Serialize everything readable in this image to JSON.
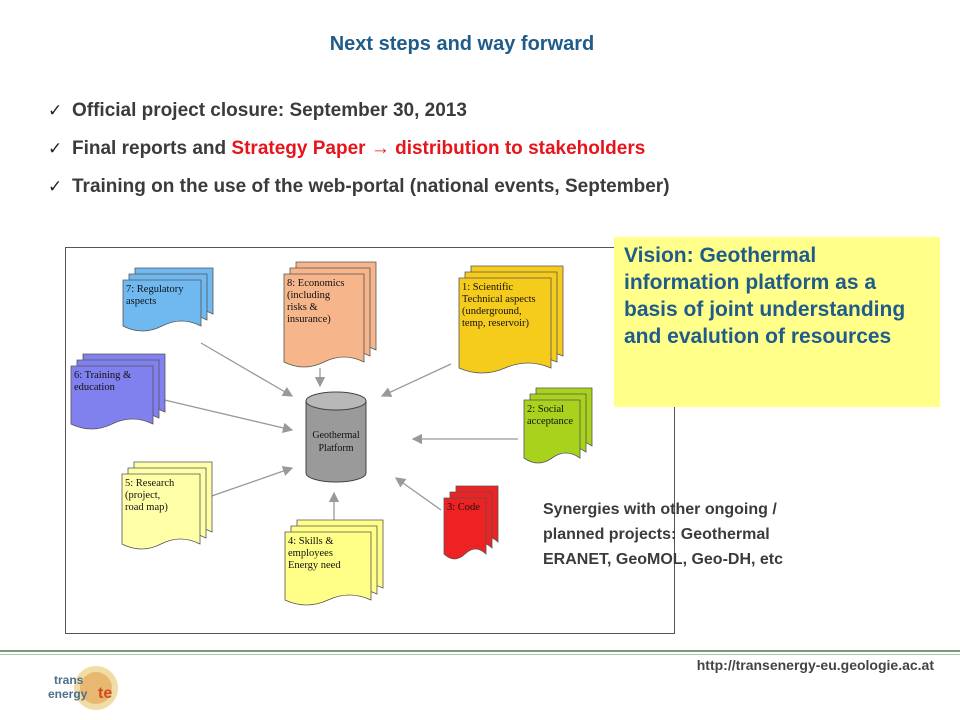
{
  "title": "Next steps and way forward",
  "bullets": [
    {
      "text": "Official project closure: September  30, 2013"
    },
    {
      "text_before": "Final reports and ",
      "highlight": "Strategy Paper → distribution to stakeholders"
    },
    {
      "text": "Training on the use of the web-portal (national events, September)"
    }
  ],
  "diagram": {
    "center": [
      "Geothermal",
      "Platform"
    ],
    "nodes": [
      {
        "id": "regulatory",
        "color": "#6fb8f0",
        "lines": [
          "7: Regulatory",
          "aspects"
        ]
      },
      {
        "id": "economics",
        "color": "#f6b58a",
        "lines": [
          "8: Economics",
          "(including",
          "risks &",
          "insurance)"
        ]
      },
      {
        "id": "scientific",
        "color": "#f6cc1c",
        "lines": [
          "1: Scientific",
          "Technical aspects",
          "(underground,",
          "temp, reservoir)"
        ]
      },
      {
        "id": "training",
        "color": "#8080ee",
        "lines": [
          "6: Training &",
          "education"
        ]
      },
      {
        "id": "social",
        "color": "#a9d21c",
        "lines": [
          "2: Social",
          "acceptance"
        ]
      },
      {
        "id": "research",
        "color": "#ffffa8",
        "lines": [
          "5: Research",
          "(project,",
          "road map)"
        ]
      },
      {
        "id": "code",
        "color": "#ee2222",
        "lines": [
          "3: Code"
        ]
      },
      {
        "id": "skills",
        "color": "#ffff88",
        "lines": [
          "4: Skills &",
          "employees",
          "Energy need"
        ]
      }
    ]
  },
  "vision": "Vision: Geothermal information platform as a basis of joint understanding and evalution of resources",
  "synergies": "Synergies with other ongoing /\nplanned projects: Geothermal\nERANET, GeoMOL, Geo-DH, etc",
  "footer": {
    "url": "http://transenergy-eu.geologie.ac.at",
    "logo_lines": [
      "trans",
      "energy",
      "te"
    ]
  }
}
